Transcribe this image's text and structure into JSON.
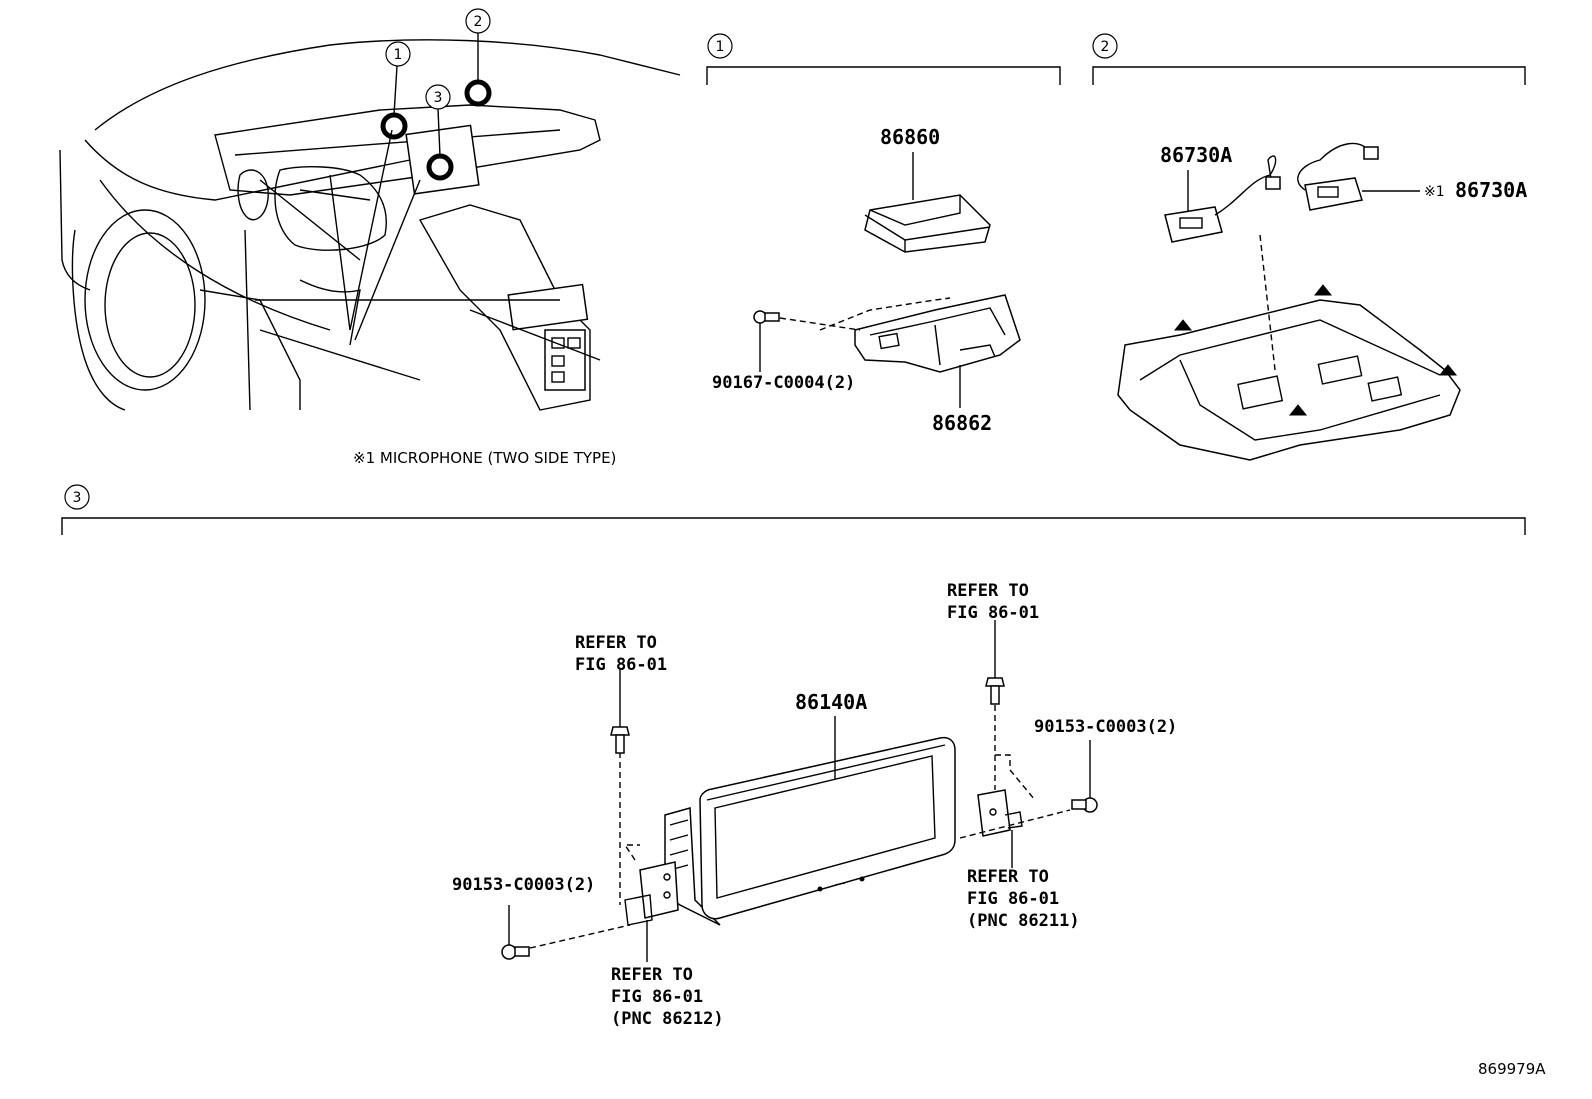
{
  "callouts": {
    "c1": "1",
    "c2": "2",
    "c3": "3"
  },
  "sections": {
    "s1": "1",
    "s2": "2",
    "s3": "3"
  },
  "note": "※1 MICROPHONE (TWO SIDE TYPE)",
  "parts": {
    "p86860": "86860",
    "p86862": "86862",
    "bolt1": "90167-C0004(2)",
    "p86730a_left": "86730A",
    "p86730a_right_mark": "※1",
    "p86730a_right": "86730A",
    "p86140a": "86140A",
    "screw_right": "90153-C0003(2)",
    "screw_left": "90153-C0003(2)"
  },
  "refs": {
    "r_top_left": [
      "REFER TO",
      "FIG 86-01"
    ],
    "r_top_right": [
      "REFER TO",
      "FIG 86-01"
    ],
    "r_bottom_right": [
      "REFER TO",
      "FIG 86-01",
      "(PNC 86211)"
    ],
    "r_bottom_left": [
      "REFER TO",
      "FIG 86-01",
      "(PNC 86212)"
    ]
  },
  "illustration_id": "869979A"
}
